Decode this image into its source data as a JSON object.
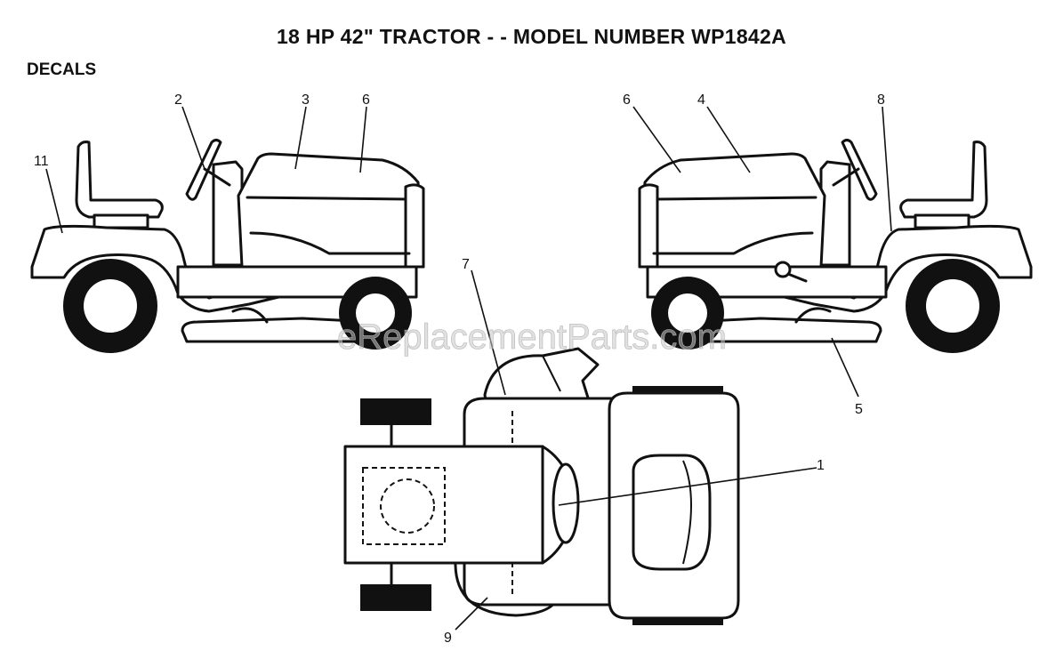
{
  "diagram": {
    "title": "18 HP 42\" TRACTOR - - MODEL NUMBER WP1842A",
    "section": "DECALS",
    "watermark": "eReplacementParts.com",
    "callouts": {
      "left_2": "2",
      "left_3": "3",
      "left_6": "6",
      "left_11": "11",
      "right_6": "6",
      "right_4": "4",
      "right_8": "8",
      "right_5": "5",
      "top_7": "7",
      "top_1": "1",
      "top_9": "9"
    }
  }
}
